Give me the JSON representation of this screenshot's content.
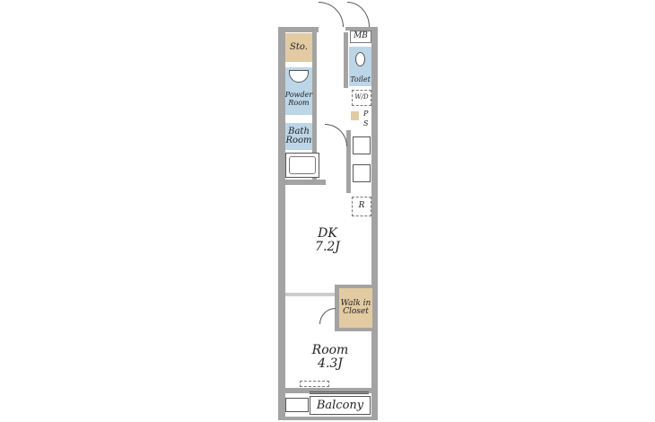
{
  "rooms": {
    "storage": "Sto.",
    "meter_box": "MB",
    "toilet": "Toilet",
    "powder_room": "Powder Room",
    "bath_room": "Bath Room",
    "washer": "W/D",
    "pipe_space_p": "P",
    "pipe_space_s": "S",
    "refrigerator": "R",
    "dk_name": "DK",
    "dk_size": "7.2J",
    "walk_in_closet": "Walk in Closet",
    "room_name": "Room",
    "room_size": "4.3J",
    "balcony": "Balcony"
  },
  "colors": {
    "wall": "#a3a3a3",
    "wet_area": "#bcd6e8",
    "storage": "#e2cba3"
  }
}
